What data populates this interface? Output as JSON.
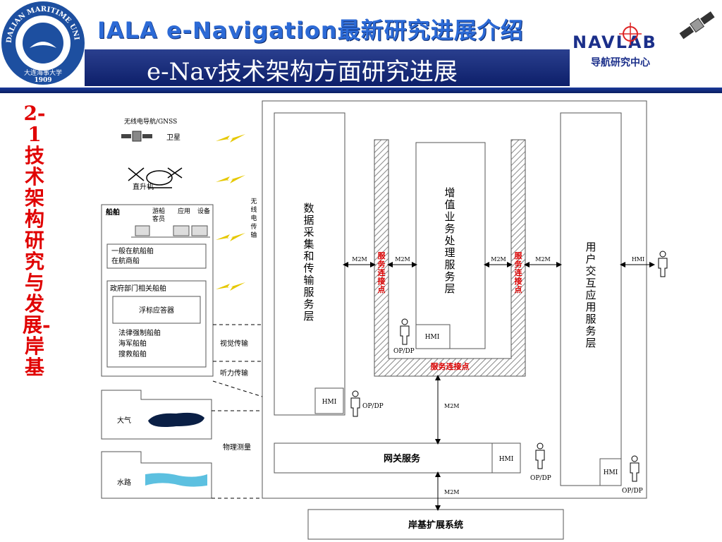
{
  "header": {
    "title_main": "IALA e-Navigation最新研究进展介绍",
    "subtitle": "e-Nav技术架构方面研究进展",
    "university_logo_text": "DALIAN MARITIME UNIVERSITY",
    "university_logo_cn": "大连海事大学",
    "university_logo_year": "1909",
    "navlab_word": "NAVLAB",
    "navlab_sub": "导航研究中心"
  },
  "sidebar": {
    "section_title": "2-1 技术架构研究与发展-岸基"
  },
  "diagram": {
    "left_items": {
      "radio_gnss": "无线电导航/GNSS",
      "satellite": "卫星",
      "helicopter": "直升机",
      "ship_box_title": "船舶",
      "ship_cols": [
        "游船客员",
        "应用",
        "设备"
      ],
      "general_ships": [
        "一般在航船舶",
        "在航商船"
      ],
      "gov_ships_title": "政府部门相关船舶",
      "buoy_transponder": "浮标应答器",
      "gov_ships_list": [
        "法律强制船舶",
        "海军船舶",
        "搜救船舶"
      ],
      "atmosphere": "大气",
      "waterway": "水路"
    },
    "transmission_labels": {
      "wireless": "无线电传输",
      "visual": "视觉传输",
      "audio": "听力传输",
      "physical": "物理测量"
    },
    "layers": {
      "data_collection": "数据采集和传输服务层",
      "value_added": "增值业务处理服务层",
      "user_interaction": "用户交互应用服务层",
      "gateway": "网关服务",
      "shore_extension": "岸基扩展系统"
    },
    "service_point": "服务连接点",
    "m2m": "M2M",
    "hmi": "HMI",
    "opdp": "OP/DP"
  }
}
